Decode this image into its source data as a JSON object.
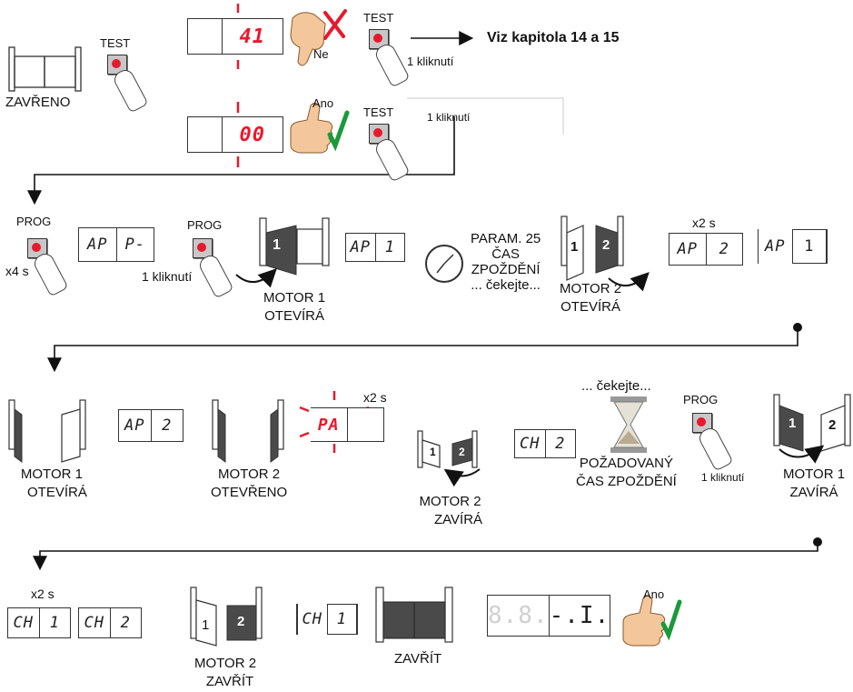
{
  "labels": {
    "zavreno": "ZAVŘENO",
    "test": "TEST",
    "ne": "Ne",
    "ano": "Ano",
    "one_click": "1 kliknutí",
    "see_chapter": "Viz kapitola 14 a 15",
    "prog": "PROG",
    "x4s": "x4 s",
    "x2s": "x2 s",
    "motor1": "MOTOR 1",
    "motor2": "MOTOR 2",
    "oteviera": "OTEVÍRÁ",
    "otevreno": "OTEVŘENO",
    "zavira": "ZAVÍRÁ",
    "zavrit": "ZAVŘÍT",
    "param25": "PARAM. 25",
    "cas": "ČAS",
    "zpozdeni": "ZPOŽDĚNÍ",
    "cekejte": "... čekejte...",
    "pozadovany": "POŽADOVANÝ",
    "cas_zpozdeni": "ČAS ZPOŽDĚNÍ"
  },
  "displays": {
    "err": [
      "41"
    ],
    "ok": [
      "00"
    ],
    "ap_p": [
      "AP",
      "P-"
    ],
    "ap_1": [
      "AP",
      "1"
    ],
    "ap_2": [
      "AP",
      "2"
    ],
    "ap_1b": [
      "AP",
      "1"
    ],
    "pa": [
      "PA"
    ],
    "ch_2": [
      "CH",
      "2"
    ],
    "ch_1": [
      "CH",
      "1"
    ],
    "final": [
      "8.8.",
      "-.I."
    ]
  },
  "panel_numbers": {
    "one": "1",
    "two": "2"
  },
  "colors": {
    "accent_red": "#e8192c",
    "check_green": "#1a9a3a",
    "panel_dark": "#4a4a4a",
    "line": "#111111"
  }
}
